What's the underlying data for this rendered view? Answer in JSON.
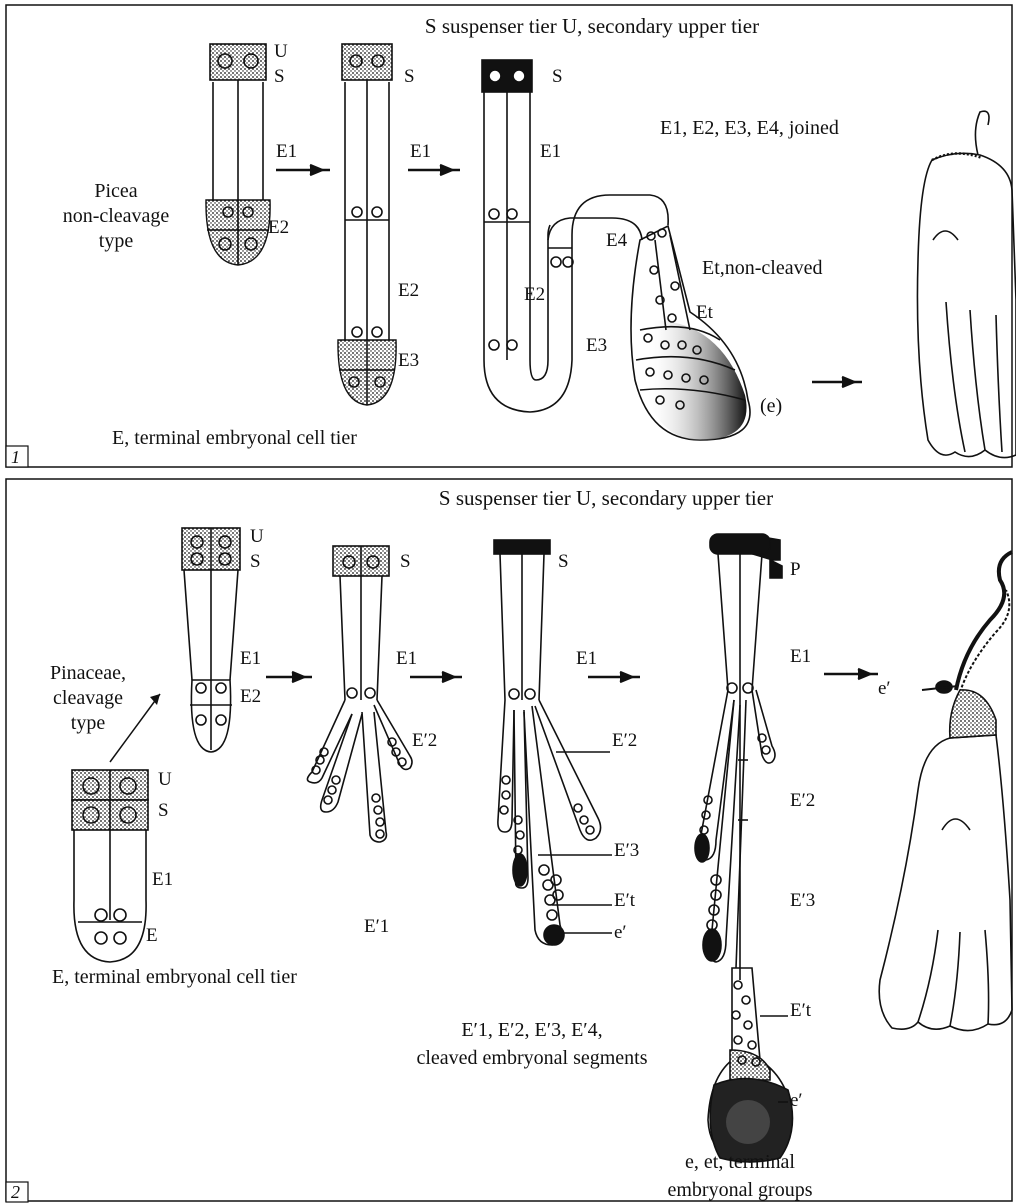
{
  "panel1": {
    "number": "1",
    "header": "S suspenser tier U, secondary upper tier",
    "type_label": [
      "Picea",
      "non-cleavage",
      "type"
    ],
    "footer": "E, terminal embryonal cell tier",
    "joined_label": "E1, E2, E3, E4, joined",
    "nonclvd_label": "Et,non-cleaved",
    "e_label": "(e)",
    "tier": {
      "U": "U",
      "S": "S",
      "E1": "E1",
      "E2": "E2",
      "E3": "E3",
      "E4": "E4",
      "Et": "Et"
    }
  },
  "panel2": {
    "number": "2",
    "header": "S suspenser tier U, secondary upper tier",
    "type_label": [
      "Pinaceae,",
      "cleavage",
      "type"
    ],
    "footer": "E, terminal embryonal cell tier",
    "cleaved_label": [
      "E′1, E′2, E′3, E′4,",
      "cleaved embryonal segments"
    ],
    "terminal_label": [
      "e, et, terminal",
      "embryonal groups"
    ],
    "tier": {
      "U": "U",
      "S": "S",
      "E": "E",
      "E1": "E1",
      "E2": "E2",
      "P": "P",
      "E1p": "E′1",
      "E2p": "E′2",
      "E3p": "E′3",
      "Etp": "E′t",
      "ep": "e′"
    }
  }
}
